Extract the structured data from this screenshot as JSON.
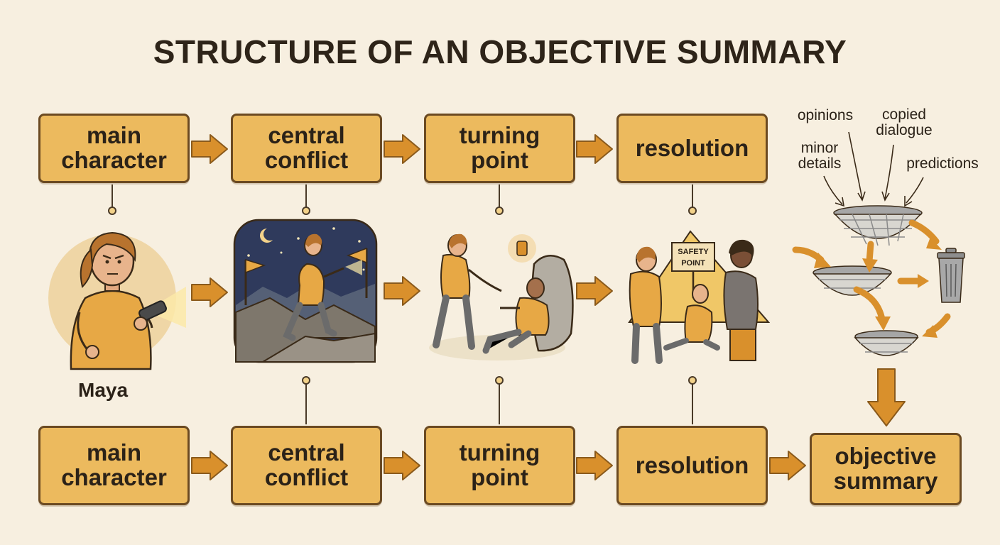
{
  "title": "STRUCTURE OF AN OBJECTIVE SUMMARY",
  "top_row": [
    {
      "label": "main\ncharacter"
    },
    {
      "label": "central\nconflict"
    },
    {
      "label": "turning\npoint"
    },
    {
      "label": "resolution"
    }
  ],
  "bottom_row": [
    {
      "label": "main\ncharacter"
    },
    {
      "label": "central\nconflict"
    },
    {
      "label": "turning\npoint"
    },
    {
      "label": "resolution"
    },
    {
      "label": "objective\nsummary"
    }
  ],
  "character_name": "Maya",
  "sign_text": "SAFETY\nPOINT",
  "filter_inputs": {
    "opinions": "opinions",
    "copied_dialogue": "copied\ndialogue",
    "minor_details": "minor\ndetails",
    "predictions": "predictions"
  },
  "colors": {
    "box_fill": "#ecba5e",
    "box_border": "#6b4a22",
    "arrow": "#d9902c",
    "background": "#f7efe0"
  }
}
